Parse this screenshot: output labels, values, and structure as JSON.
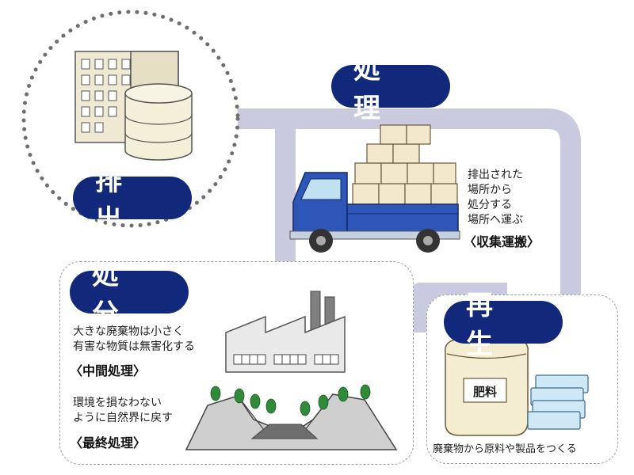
{
  "stages": {
    "haishutsu": {
      "label": "排 出"
    },
    "shori": {
      "label": "処 理"
    },
    "shobun": {
      "label": "処 分"
    },
    "saisei": {
      "label": "再 生"
    }
  },
  "collection": {
    "description": "排出された\n場所から\n処分する\n場所へ運ぶ",
    "title": "〈収集運搬〉"
  },
  "intermediate": {
    "description": "大きな廃棄物は小さく\n有害な物質は無害化する",
    "title": "〈中間処理〉"
  },
  "final": {
    "description": "環境を損なわない\nように自然界に戻す",
    "title": "〈最終処理〉"
  },
  "recycle": {
    "bag_label": "肥料",
    "description": "廃棄物から原料や製品をつくる"
  },
  "colors": {
    "pill": "#12287a",
    "path": "#c9cadf",
    "truck": "#2d56b8"
  }
}
